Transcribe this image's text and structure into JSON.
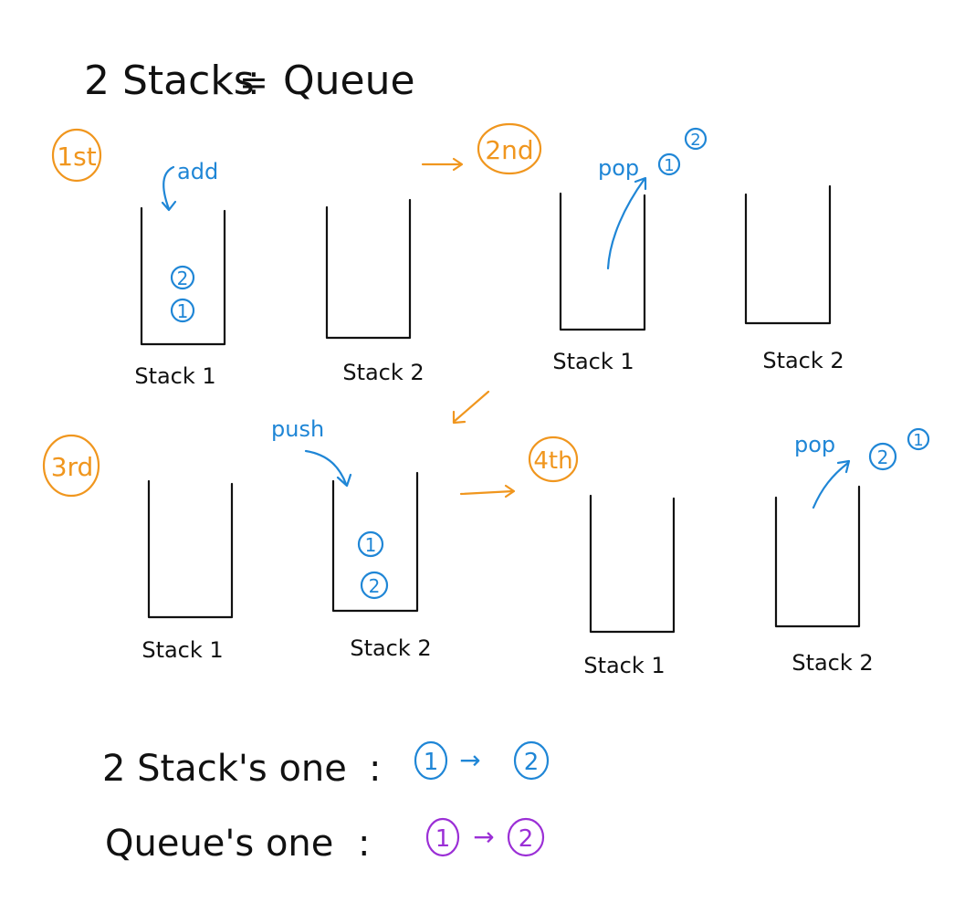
{
  "title": {
    "prefix": "2 Stacks",
    "symbol": "≑",
    "suffix": "Queue"
  },
  "steps": [
    {
      "badge": "1st",
      "stacks": [
        {
          "label": "Stack 1",
          "items": [
            "1",
            "2"
          ]
        },
        {
          "label": "Stack 2",
          "items": []
        }
      ],
      "action": "add"
    },
    {
      "badge": "2nd",
      "stacks": [
        {
          "label": "Stack 1",
          "items": []
        },
        {
          "label": "Stack 2",
          "items": []
        }
      ],
      "action": "pop",
      "popped": [
        "1",
        "2"
      ]
    },
    {
      "badge": "3rd",
      "stacks": [
        {
          "label": "Stack 1",
          "items": []
        },
        {
          "label": "Stack 2",
          "items": [
            "2",
            "1"
          ]
        }
      ],
      "action": "push"
    },
    {
      "badge": "4th",
      "stacks": [
        {
          "label": "Stack 1",
          "items": []
        },
        {
          "label": "Stack 2",
          "items": []
        }
      ],
      "action": "pop",
      "popped": [
        "2",
        "1"
      ]
    }
  ],
  "summary": [
    {
      "label": "2 Stack's one",
      "sep": ":",
      "first": "1",
      "second": "2",
      "color": "#1f86d6"
    },
    {
      "label": "Queue's one",
      "sep": ":",
      "first": "1",
      "second": "2",
      "color": "#9b2fd6"
    }
  ],
  "colors": {
    "ink": "#111111",
    "item": "#1f86d6",
    "step": "#f0961e",
    "queue": "#9b2fd6"
  }
}
